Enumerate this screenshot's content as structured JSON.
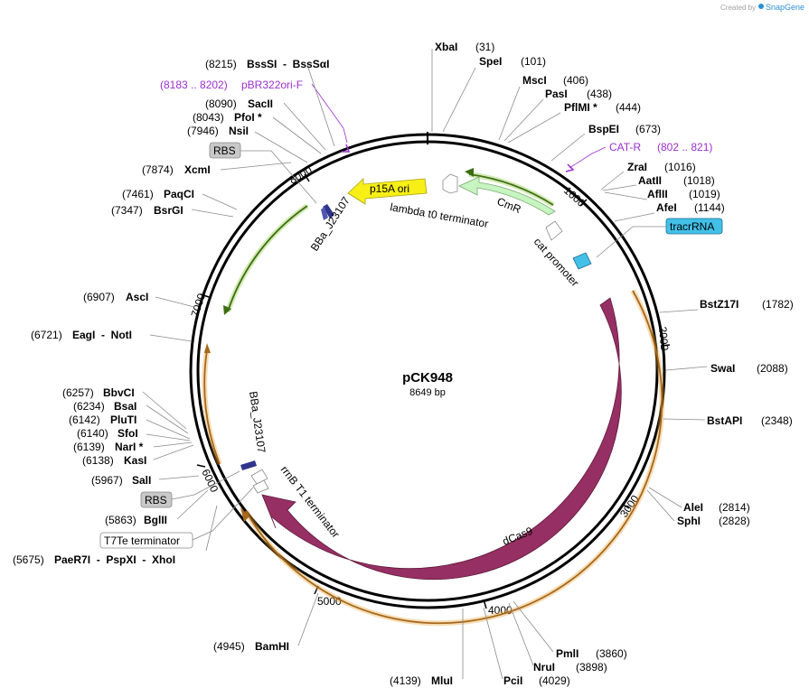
{
  "header": {
    "credit_prefix": "Created by",
    "credit_brand": "SnapGene"
  },
  "plasmid": {
    "name": "pCK948",
    "length_label": "8649 bp",
    "length": 8649
  },
  "ticks": [
    "1000",
    "2000",
    "3000",
    "4000",
    "5000",
    "6000",
    "7000",
    "8000"
  ],
  "sites_right": [
    {
      "name": "XbaI",
      "pos": "(31)"
    },
    {
      "name": "SpeI",
      "pos": "(101)"
    },
    {
      "name": "MscI",
      "pos": "(406)"
    },
    {
      "name": "PasI",
      "pos": "(438)"
    },
    {
      "name": "PflMI *",
      "pos": "(444)"
    },
    {
      "name": "BspEI",
      "pos": "(673)"
    },
    {
      "name": "ZraI",
      "pos": "(1016)"
    },
    {
      "name": "AatII",
      "pos": "(1018)"
    },
    {
      "name": "AflII",
      "pos": "(1019)"
    },
    {
      "name": "AfeI",
      "pos": "(1144)"
    },
    {
      "name": "BstZ17I",
      "pos": "(1782)"
    },
    {
      "name": "SwaI",
      "pos": "(2088)"
    },
    {
      "name": "BstAPI",
      "pos": "(2348)"
    },
    {
      "name": "AleI",
      "pos": "(2814)"
    },
    {
      "name": "SphI",
      "pos": "(2828)"
    },
    {
      "name": "PmlI",
      "pos": "(3860)"
    },
    {
      "name": "NruI",
      "pos": "(3898)"
    },
    {
      "name": "PciI",
      "pos": "(4029)"
    }
  ],
  "sites_left": [
    {
      "name": "MluI",
      "pos": "(4139)"
    },
    {
      "name": "BamHI",
      "pos": "(4945)"
    },
    {
      "name": "PaeR7I  -  PspXI  -  XhoI",
      "pos": "(5675)"
    },
    {
      "name": "BglII",
      "pos": "(5863)"
    },
    {
      "name": "SalI",
      "pos": "(5967)"
    },
    {
      "name": "KasI",
      "pos": "(6138)"
    },
    {
      "name": "NarI *",
      "pos": "(6139)"
    },
    {
      "name": "SfoI",
      "pos": "(6140)"
    },
    {
      "name": "PluTI",
      "pos": "(6142)"
    },
    {
      "name": "BsaI",
      "pos": "(6234)"
    },
    {
      "name": "BbvCI",
      "pos": "(6257)"
    },
    {
      "name": "EagI  -  NotI",
      "pos": "(6721)"
    },
    {
      "name": "AscI",
      "pos": "(6907)"
    },
    {
      "name": "BsrGI",
      "pos": "(7347)"
    },
    {
      "name": "PaqCI",
      "pos": "(7461)"
    },
    {
      "name": "XcmI",
      "pos": "(7874)"
    },
    {
      "name": "NsiI",
      "pos": "(7946)"
    },
    {
      "name": "PfoI *",
      "pos": "(8043)"
    },
    {
      "name": "SacII",
      "pos": "(8090)"
    },
    {
      "name": "BssSI  -  BssSαI",
      "pos": "(8215)"
    }
  ],
  "primers": [
    {
      "name": "pBR322ori-F",
      "range": "(8183 .. 8202)"
    },
    {
      "name": "CAT-R",
      "range": "(802 .. 821)"
    }
  ],
  "boxed_labels": {
    "tracrRNA": "tracrRNA",
    "rbs_top": "RBS",
    "rbs_bottom": "RBS",
    "t7te": "T7Te terminator"
  },
  "features": {
    "p15a": "p15A ori",
    "cmr": "CmR",
    "lambda": "lambda t0 terminator",
    "cat": "cat promoter",
    "bba_top": "BBa_J23107",
    "bba_mid": "BBa_J23107",
    "rrnb": "rrnB T1 terminator",
    "dcas9": "dCas9"
  },
  "colors": {
    "dcas9": "#962f63",
    "orange_track": "#e3a030",
    "green_track": "#5a9a1c",
    "cmr": "#c7f5c1",
    "p15a": "#f7ef16",
    "tracr": "#42c0e8",
    "promoter_blue": "#30348a",
    "primer": "#9a2fd0"
  }
}
